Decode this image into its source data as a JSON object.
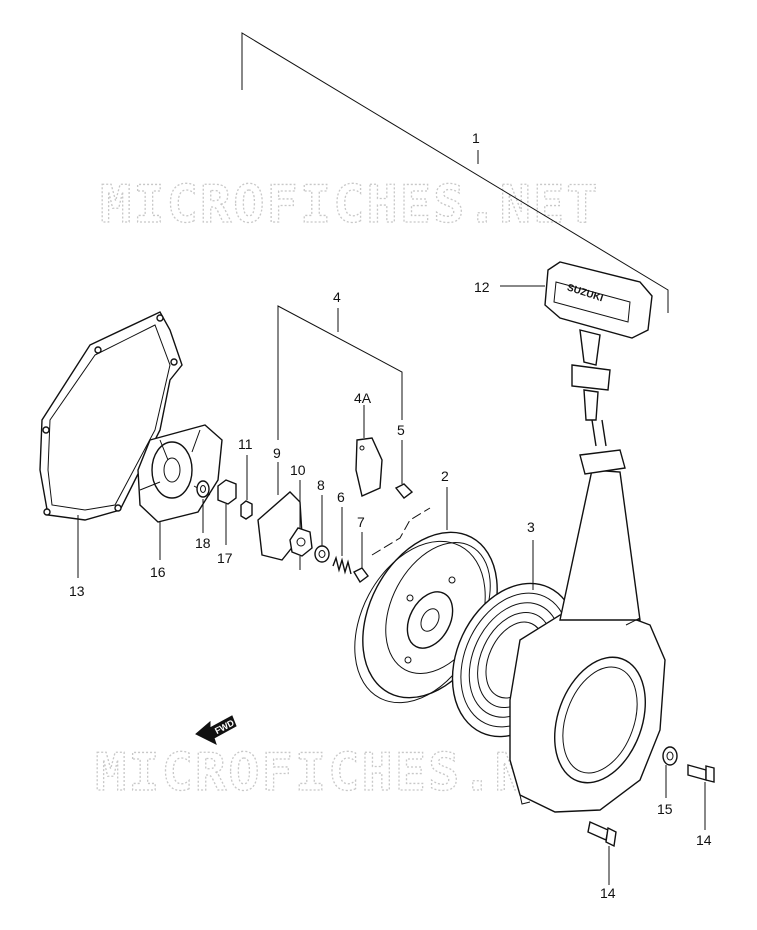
{
  "watermark": "MICROFICHES.NET",
  "brand_on_handle": "SUZUKI",
  "fwd_label": "FWD",
  "callouts": [
    "1",
    "2",
    "3",
    "4",
    "4A",
    "5",
    "6",
    "7",
    "8",
    "9",
    "10",
    "11",
    "12",
    "13",
    "14",
    "14",
    "15",
    "16",
    "17",
    "18"
  ]
}
